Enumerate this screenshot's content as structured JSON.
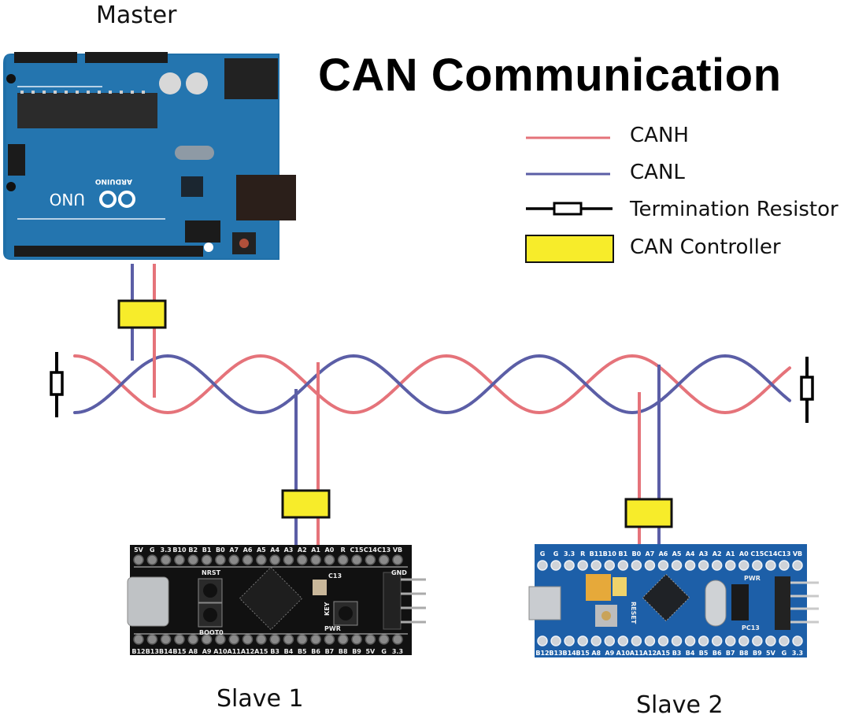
{
  "title": "CAN Communication",
  "nodes": {
    "master": {
      "label": "Master",
      "board": "Arduino UNO",
      "board_text": "UNO",
      "board_brand": "ARDUINO"
    },
    "slave1": {
      "label": "Slave 1",
      "board": "STM32 black pill",
      "top_pins": [
        "5V",
        "G",
        "3.3",
        "B10",
        "B2",
        "B1",
        "B0",
        "A7",
        "A6",
        "A5",
        "A4",
        "A3",
        "A2",
        "A1",
        "A0",
        "R",
        "C15",
        "C14",
        "C13",
        "VB"
      ],
      "bottom_pins": [
        "B12",
        "B13",
        "B14",
        "B15",
        "A8",
        "A9",
        "A10",
        "A11",
        "A12",
        "A15",
        "B3",
        "B4",
        "B5",
        "B6",
        "B7",
        "B8",
        "B9",
        "5V",
        "G",
        "3.3"
      ],
      "silk": [
        "NRST",
        "BOOT0",
        "C13",
        "KEY",
        "PWR",
        "GND"
      ]
    },
    "slave2": {
      "label": "Slave 2",
      "board": "STM32 blue pill",
      "top_pins": [
        "G",
        "G",
        "3.3",
        "R",
        "B11",
        "B10",
        "B1",
        "B0",
        "A7",
        "A6",
        "A5",
        "A4",
        "A3",
        "A2",
        "A1",
        "A0",
        "C15",
        "C14",
        "C13",
        "VB"
      ],
      "bottom_pins": [
        "B12",
        "B13",
        "B14",
        "B15",
        "A8",
        "A9",
        "A10",
        "A11",
        "A12",
        "A15",
        "B3",
        "B4",
        "B5",
        "B6",
        "B7",
        "B8",
        "B9",
        "5V",
        "G",
        "3.3"
      ],
      "silk": [
        "RESET",
        "PWR",
        "PC13"
      ]
    }
  },
  "legend": {
    "items": [
      {
        "key": "canh",
        "label": "CANH",
        "symbol": "line",
        "color": "#e5737a"
      },
      {
        "key": "canl",
        "label": "CANL",
        "symbol": "line",
        "color": "#5b5ea6"
      },
      {
        "key": "term",
        "label": "Termination Resistor",
        "symbol": "resistor",
        "color": "#000000"
      },
      {
        "key": "ctrl",
        "label": "CAN Controller",
        "symbol": "box",
        "color": "#f7ec2a"
      }
    ]
  },
  "colors": {
    "canh": "#e5737a",
    "canl": "#5b5ea6",
    "controller": "#f7ec2a",
    "arduino_board": "#1f6fa8",
    "blackpill_board": "#111111",
    "bluepill_board": "#1d5fa8"
  }
}
